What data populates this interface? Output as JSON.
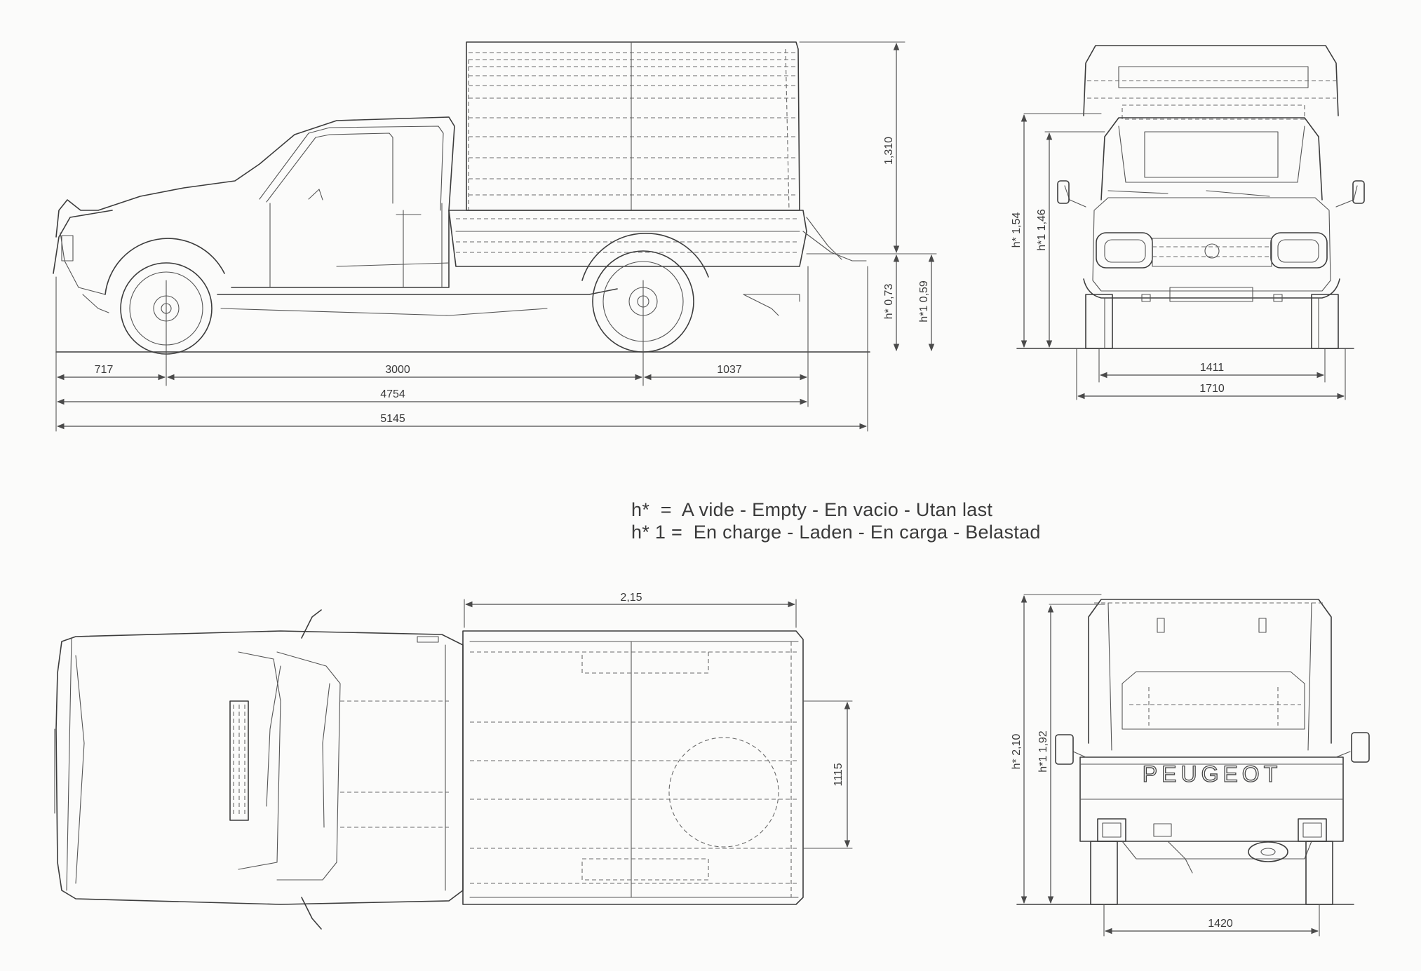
{
  "dimensions": {
    "front_overhang": "717",
    "wheelbase": "3000",
    "rear_overhang": "1037",
    "chassis_length": "4754",
    "overall_length": "5145",
    "canopy_height": "1,310",
    "empty_sill_height": "h* 0,73",
    "laden_sill_height": "h*1 0,59",
    "empty_cab_height": "h* 1,54",
    "laden_cab_height": "h*1 1,46",
    "front_track": "1411",
    "overall_width": "1710",
    "canopy_length": "2,15",
    "bed_width": "1115",
    "empty_total_height": "h* 2,10",
    "laden_total_height": "h*1 1,92",
    "rear_track": "1420"
  },
  "legend": {
    "empty_line": "h*  =  A vide - Empty - En vacio - Utan last",
    "laden_line": "h* 1 =  En charge - Laden - En carga - Belastad"
  },
  "rear_logo": "PEUGEOT"
}
